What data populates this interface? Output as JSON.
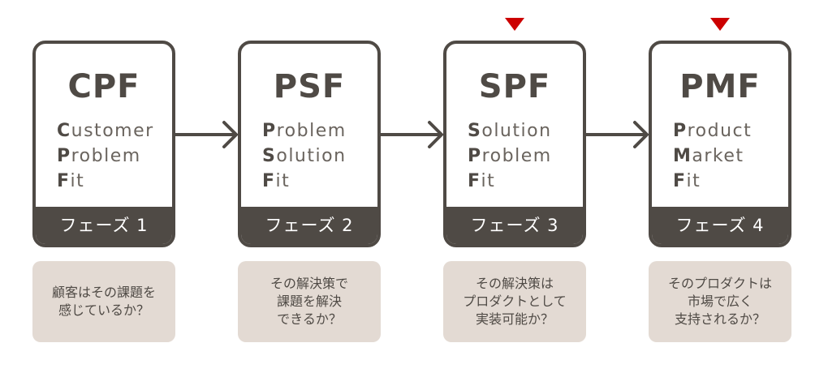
{
  "phases": [
    {
      "abbr": "CPF",
      "words": [
        [
          "C",
          "ustomer"
        ],
        [
          "P",
          "roblem"
        ],
        [
          "F",
          "it"
        ]
      ],
      "phase": "フェーズ 1",
      "question": "顧客はその課題を\n感じているか？",
      "marked": false
    },
    {
      "abbr": "PSF",
      "words": [
        [
          "P",
          "roblem"
        ],
        [
          "S",
          "olution"
        ],
        [
          "F",
          "it"
        ]
      ],
      "phase": "フェーズ 2",
      "question": "その解決策で\n課題を解決\nできるか？",
      "marked": false
    },
    {
      "abbr": "SPF",
      "words": [
        [
          "S",
          "olution"
        ],
        [
          "P",
          "roblem"
        ],
        [
          "F",
          "it"
        ]
      ],
      "phase": "フェーズ 3",
      "question": "その解決策は\nプロダクトとして\n実装可能か？",
      "marked": true
    },
    {
      "abbr": "PMF",
      "words": [
        [
          "P",
          "roduct"
        ],
        [
          "M",
          "arket"
        ],
        [
          "F",
          "it"
        ]
      ],
      "phase": "フェーズ 4",
      "question": "そのプロダクトは\n市場で広く\n支持されるか？",
      "marked": true
    }
  ],
  "colors": {
    "dark": "#4f4a45",
    "question_bg": "#e3dad3",
    "marker": "#cc0000"
  }
}
